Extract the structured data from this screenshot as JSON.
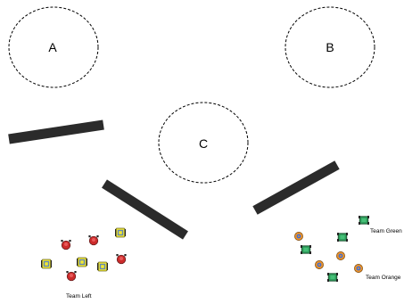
{
  "zones": [
    {
      "id": "a",
      "label": "A"
    },
    {
      "id": "b",
      "label": "B"
    },
    {
      "id": "c",
      "label": "C"
    }
  ],
  "teams": [
    {
      "id": "left",
      "label": "Team Left",
      "colors": [
        "#f2e830",
        "#cc2b2b"
      ]
    },
    {
      "id": "green",
      "label": "Team Green",
      "color": "#2e9a5a"
    },
    {
      "id": "orange",
      "label": "Team Orange",
      "color": "#e9922b"
    }
  ],
  "colors": {
    "wall": "#2b2b2b",
    "zone_outline": "#000000",
    "robot_blue_accent": "#3f6fd8"
  }
}
